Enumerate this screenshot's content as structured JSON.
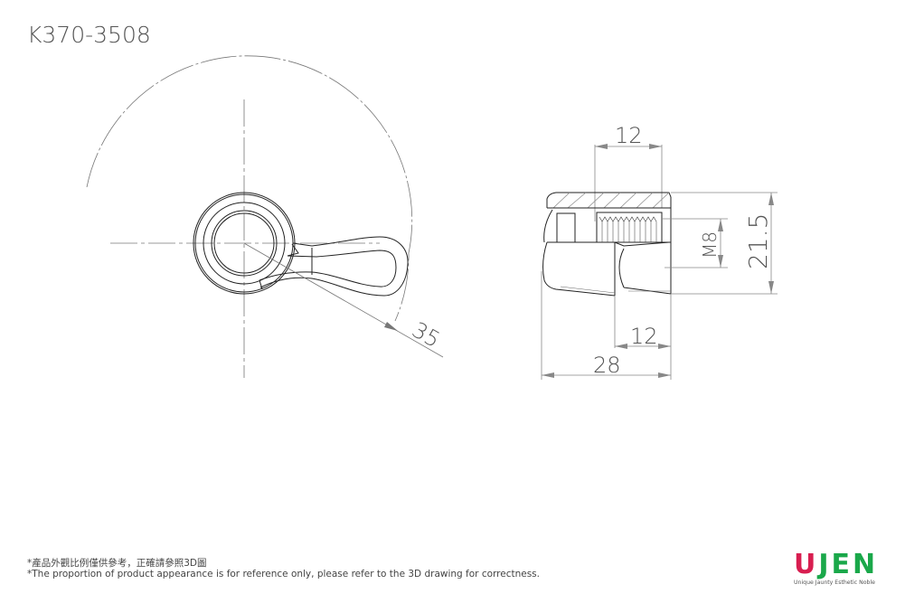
{
  "title": "K370-3508",
  "notes": {
    "zh": "*產品外觀比例僅供參考，正確請參照3D圖",
    "en": "*The proportion of product appearance is for reference only, please refer to the 3D drawing for correctness."
  },
  "logo": {
    "letters_red": "U",
    "letters_green": "JEN",
    "tagline": "Unique Jaunty Esthetic Noble",
    "brand_red": "#d81e50",
    "brand_green": "#1aa84a"
  },
  "dimensions": {
    "radius": "35",
    "top_width": "12",
    "bottom_inner_width": "12",
    "overall_length": "28",
    "thread": "M8",
    "height": "21.5"
  },
  "views": {
    "left": "top view of lever with swing radius",
    "right": "side section view"
  }
}
